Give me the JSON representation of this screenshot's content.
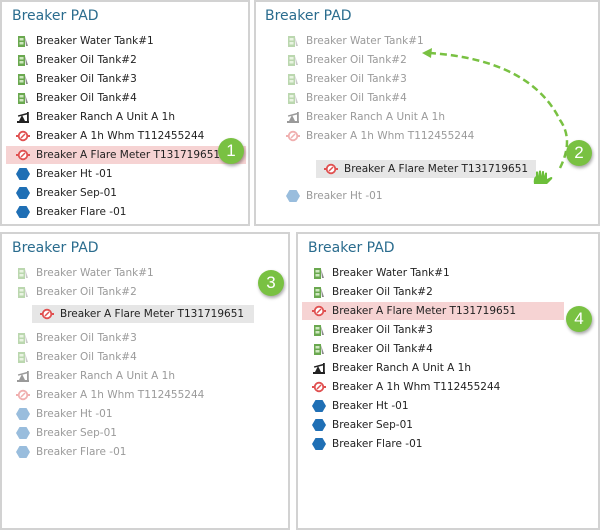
{
  "panels": [
    {
      "step": "1",
      "title": "Breaker PAD",
      "items": [
        {
          "label": "Breaker Water Tank#1",
          "icon": "tank-icon"
        },
        {
          "label": "Breaker Oil Tank#2",
          "icon": "tank-icon"
        },
        {
          "label": "Breaker Oil Tank#3",
          "icon": "tank-icon"
        },
        {
          "label": "Breaker Oil Tank#4",
          "icon": "tank-icon"
        },
        {
          "label": "Breaker Ranch A Unit A 1h",
          "icon": "pumpjack-icon"
        },
        {
          "label": "Breaker A 1h Whm T112455244",
          "icon": "meter-icon"
        },
        {
          "label": "Breaker A Flare Meter T131719651",
          "icon": "meter-icon",
          "state": "selected"
        },
        {
          "label": "Breaker Ht -01",
          "icon": "hexagon-icon"
        },
        {
          "label": "Breaker Sep-01",
          "icon": "hexagon-icon"
        },
        {
          "label": "Breaker Flare -01",
          "icon": "hexagon-icon"
        }
      ]
    },
    {
      "step": "2",
      "title": "Breaker PAD",
      "items": [
        {
          "label": "Breaker Water Tank#1",
          "icon": "tank-icon"
        },
        {
          "label": "Breaker Oil Tank#2",
          "icon": "tank-icon"
        },
        {
          "label": "Breaker Oil Tank#3",
          "icon": "tank-icon"
        },
        {
          "label": "Breaker Oil Tank#4",
          "icon": "tank-icon"
        },
        {
          "label": "Breaker Ranch A Unit A 1h",
          "icon": "pumpjack-icon"
        },
        {
          "label": "Breaker A 1h Whm T112455244",
          "icon": "meter-icon"
        },
        {
          "label": "Breaker Ht -01",
          "icon": "hexagon-icon"
        }
      ],
      "dragged": {
        "label": "Breaker A Flare Meter T131719651",
        "icon": "meter-icon"
      }
    },
    {
      "step": "3",
      "title": "Breaker PAD",
      "items": [
        {
          "label": "Breaker Water Tank#1",
          "icon": "tank-icon"
        },
        {
          "label": "Breaker Oil Tank#2",
          "icon": "tank-icon"
        },
        {
          "label": "Breaker Oil Tank#3",
          "icon": "tank-icon"
        },
        {
          "label": "Breaker Oil Tank#4",
          "icon": "tank-icon"
        },
        {
          "label": "Breaker Ranch A Unit A 1h",
          "icon": "pumpjack-icon"
        },
        {
          "label": "Breaker A 1h Whm T112455244",
          "icon": "meter-icon"
        },
        {
          "label": "Breaker Ht -01",
          "icon": "hexagon-icon"
        },
        {
          "label": "Breaker Sep-01",
          "icon": "hexagon-icon"
        },
        {
          "label": "Breaker Flare -01",
          "icon": "hexagon-icon"
        }
      ],
      "dragged": {
        "label": "Breaker A Flare Meter T131719651",
        "icon": "meter-icon"
      }
    },
    {
      "step": "4",
      "title": "Breaker PAD",
      "items": [
        {
          "label": "Breaker Water Tank#1",
          "icon": "tank-icon"
        },
        {
          "label": "Breaker Oil Tank#2",
          "icon": "tank-icon"
        },
        {
          "label": "Breaker A Flare Meter T131719651",
          "icon": "meter-icon",
          "state": "selected"
        },
        {
          "label": "Breaker Oil Tank#3",
          "icon": "tank-icon"
        },
        {
          "label": "Breaker Oil Tank#4",
          "icon": "tank-icon"
        },
        {
          "label": "Breaker Ranch A Unit A 1h",
          "icon": "pumpjack-icon"
        },
        {
          "label": "Breaker A 1h Whm T112455244",
          "icon": "meter-icon"
        },
        {
          "label": "Breaker Ht -01",
          "icon": "hexagon-icon"
        },
        {
          "label": "Breaker Sep-01",
          "icon": "hexagon-icon"
        },
        {
          "label": "Breaker Flare -01",
          "icon": "hexagon-icon"
        }
      ]
    }
  ],
  "colors": {
    "title": "#2a6c8e",
    "badge": "#79c142",
    "selected_row": "#f6d3d3",
    "drag_row": "#e6e6e6",
    "tank": "#6aa84f",
    "meter": "#e05050",
    "hexagon": "#1f6fb5"
  }
}
